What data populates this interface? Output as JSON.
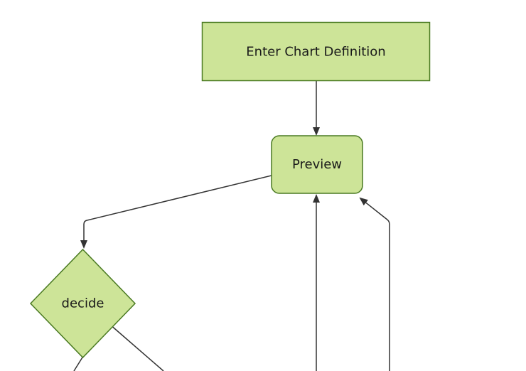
{
  "diagram": {
    "type": "flowchart",
    "direction": "top-down",
    "colors": {
      "background": "#ffffff",
      "node_fill": "#cde498",
      "node_stroke": "#4a7a22",
      "edge": "#333333",
      "label": "#1a1a1a"
    },
    "nodes": {
      "enter": {
        "label": "Enter Chart Definition",
        "shape": "rectangle"
      },
      "preview": {
        "label": "Preview",
        "shape": "rounded-rectangle"
      },
      "decide": {
        "label": "decide",
        "shape": "diamond"
      }
    },
    "edges": [
      {
        "from": "enter",
        "to": "preview",
        "arrowhead": true
      },
      {
        "from": "preview",
        "to": "decide",
        "arrowhead": true
      },
      {
        "from": "offscreen-bottom",
        "to": "preview",
        "arrowhead": true
      },
      {
        "from": "offscreen-bottom",
        "to": "preview",
        "arrowhead": true
      },
      {
        "from": "decide",
        "to": "offscreen-bottom",
        "arrowhead": false
      },
      {
        "from": "decide",
        "to": "offscreen-bottom",
        "arrowhead": false
      }
    ]
  }
}
